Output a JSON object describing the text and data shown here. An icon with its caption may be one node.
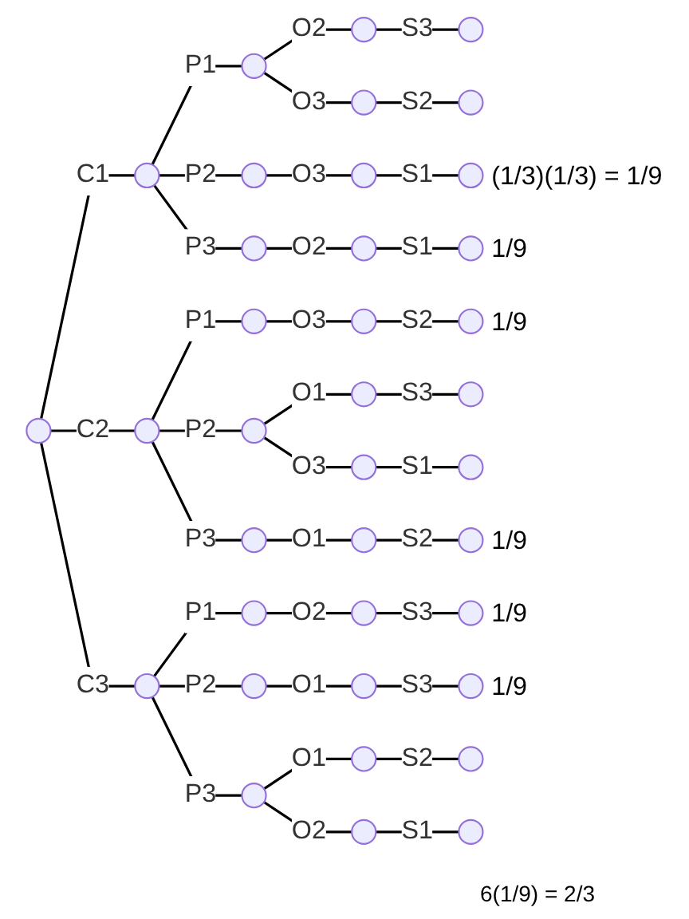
{
  "diagram": {
    "nodes": [
      {
        "text": [],
        "shape": "circle"
      },
      {
        "text": [],
        "shape": "circle"
      },
      {
        "text": [],
        "shape": "circle"
      },
      {
        "text": [],
        "shape": "circle"
      },
      {
        "text": [],
        "shape": "circle"
      },
      {
        "text": [],
        "shape": "circle"
      },
      {
        "text": [],
        "shape": "circle"
      },
      {
        "text": [],
        "shape": "circle"
      },
      {
        "text": [],
        "shape": "circle"
      },
      {
        "text": [],
        "shape": "circle",
        "beside": [
          "(1/3)(1/3) = 1/9"
        ]
      },
      {
        "text": [],
        "shape": "circle"
      },
      {
        "text": [],
        "shape": "circle"
      },
      {
        "text": [],
        "shape": "circle",
        "beside": [
          "1/9"
        ]
      },
      {
        "text": [],
        "shape": "circle"
      },
      {
        "text": [],
        "shape": "circle"
      },
      {
        "text": [],
        "shape": "circle"
      },
      {
        "text": [],
        "shape": "circle",
        "beside": [
          "1/9"
        ]
      },
      {
        "text": [],
        "shape": "circle"
      },
      {
        "text": [],
        "shape": "circle"
      },
      {
        "text": [],
        "shape": "circle"
      },
      {
        "text": [],
        "shape": "circle"
      },
      {
        "text": [],
        "shape": "circle"
      },
      {
        "text": [],
        "shape": "circle"
      },
      {
        "text": [],
        "shape": "circle"
      },
      {
        "text": [],
        "shape": "circle",
        "beside": [
          "1/9"
        ]
      },
      {
        "text": [],
        "shape": "circle"
      },
      {
        "text": [],
        "shape": "circle"
      },
      {
        "text": [],
        "shape": "circle"
      },
      {
        "text": [],
        "shape": "circle",
        "beside": [
          "1/9"
        ]
      },
      {
        "text": [],
        "shape": "circle"
      },
      {
        "text": [],
        "shape": "circle"
      },
      {
        "text": [],
        "shape": "circle",
        "beside": [
          "1/9"
        ]
      },
      {
        "text": [],
        "shape": "circle"
      },
      {
        "text": [],
        "shape": "circle"
      },
      {
        "text": [],
        "shape": "circle"
      },
      {
        "text": [],
        "shape": "circle"
      },
      {
        "text": [],
        "shape": "circle"
      }
    ],
    "edges": [
      {
        "from": 0,
        "to": 1,
        "arrow": "none",
        "label": "C1"
      },
      {
        "from": 1,
        "to": 2,
        "arrow": "none",
        "label": "P1"
      },
      {
        "from": 2,
        "to": 3,
        "arrow": "none",
        "label": "O2"
      },
      {
        "from": 3,
        "to": 4,
        "arrow": "none",
        "label": "S3"
      },
      {
        "from": 2,
        "to": 5,
        "arrow": "none",
        "label": "O3"
      },
      {
        "from": 5,
        "to": 6,
        "arrow": "none",
        "label": "S2"
      },
      {
        "from": 1,
        "to": 7,
        "arrow": "none",
        "label": "P2"
      },
      {
        "from": 7,
        "to": 8,
        "arrow": "none",
        "label": "O3"
      },
      {
        "from": 8,
        "to": 9,
        "arrow": "none",
        "label": "S1"
      },
      {
        "from": 1,
        "to": 10,
        "arrow": "none",
        "label": "P3"
      },
      {
        "from": 10,
        "to": 11,
        "arrow": "none",
        "label": "O2"
      },
      {
        "from": 11,
        "to": 12,
        "arrow": "none",
        "label": "S1"
      },
      {
        "from": 0,
        "to": 13,
        "arrow": "none",
        "label": "C2"
      },
      {
        "from": 13,
        "to": 14,
        "arrow": "none",
        "label": "P1"
      },
      {
        "from": 14,
        "to": 15,
        "arrow": "none",
        "label": "O3"
      },
      {
        "from": 15,
        "to": 16,
        "arrow": "none",
        "label": "S2"
      },
      {
        "from": 13,
        "to": 17,
        "arrow": "none",
        "label": "P2"
      },
      {
        "from": 17,
        "to": 18,
        "arrow": "none",
        "label": "O1"
      },
      {
        "from": 18,
        "to": 19,
        "arrow": "none",
        "label": "S3"
      },
      {
        "from": 17,
        "to": 20,
        "arrow": "none",
        "label": "O3"
      },
      {
        "from": 20,
        "to": 21,
        "arrow": "none",
        "label": "S1"
      },
      {
        "from": 13,
        "to": 22,
        "arrow": "none",
        "label": "P3"
      },
      {
        "from": 22,
        "to": 23,
        "arrow": "none",
        "label": "O1"
      },
      {
        "from": 23,
        "to": 24,
        "arrow": "none",
        "label": "S2"
      },
      {
        "from": 0,
        "to": 25,
        "arrow": "none",
        "label": "C3"
      },
      {
        "from": 25,
        "to": 26,
        "arrow": "none",
        "label": "P1"
      },
      {
        "from": 26,
        "to": 27,
        "arrow": "none",
        "label": "O2"
      },
      {
        "from": 27,
        "to": 28,
        "arrow": "none",
        "label": "S3"
      },
      {
        "from": 25,
        "to": 29,
        "arrow": "none",
        "label": "P2"
      },
      {
        "from": 29,
        "to": 30,
        "arrow": "none",
        "label": "O1"
      },
      {
        "from": 30,
        "to": 31,
        "arrow": "none",
        "label": "S3"
      },
      {
        "from": 25,
        "to": 32,
        "arrow": "none",
        "label": "P3"
      },
      {
        "from": 32,
        "to": 33,
        "arrow": "none",
        "label": "O1"
      },
      {
        "from": 33,
        "to": 34,
        "arrow": "none",
        "label": "S2"
      },
      {
        "from": 32,
        "to": 35,
        "arrow": "none",
        "label": "O2"
      },
      {
        "from": 35,
        "to": 36,
        "arrow": "none",
        "label": "S1"
      }
    ],
    "labels": [
      "6(1/9) = 2/3"
    ]
  }
}
